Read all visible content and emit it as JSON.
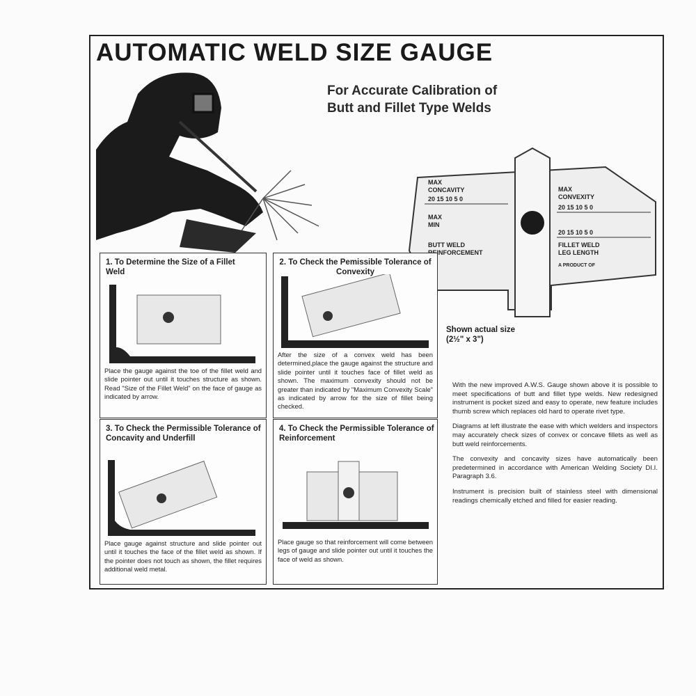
{
  "title": "AUTOMATIC WELD SIZE GAUGE",
  "subtitle": [
    "For Accurate Calibration of",
    "Butt and Fillet Type Welds"
  ],
  "gauge_labels": {
    "max_concavity": [
      "MAX",
      "CONCAVITY"
    ],
    "scale_top": "20 15 10 5 0",
    "max_min": [
      "MAX",
      "MIN"
    ],
    "butt_weld": [
      "BUTT WELD",
      "REINFORCEMENT"
    ],
    "max_convexity": [
      "MAX",
      "CONVEXITY"
    ],
    "scale_right": "20 15 10 5 0",
    "scale_bottom": "20 15 10 5 0",
    "fillet_weld": [
      "FILLET WELD",
      "LEG LENGTH"
    ],
    "product": "A PRODUCT OF"
  },
  "size_note": [
    "Shown actual size",
    "(2½\" x 3\")"
  ],
  "panels": [
    {
      "heading": "1. To Determine the Size of a Fillet Weld",
      "text": "Place the gauge against the toe of the fillet weld and slide pointer out until it touches structure as shown. Read \"Size of the Fillet Weld\" on the face of gauge as indicated by arrow."
    },
    {
      "heading": "2. To Check the Pemissible Tolerance of Convexity",
      "text": "After the size of a convex weld has been determined,place the gauge against the structure and slide pointer until it touches face of fillet weld as shown. The maximum convexity should not be greater than indicated by \"Maximum Convexity Scale\" as indicated by arrow for the size of fillet being checked."
    },
    {
      "heading": "3. To Check the Permissible Tolerance of Concavity and Underfill",
      "text": "Place gauge against structure and slide pointer out until it touches the face of the fillet weld as shown. If the pointer does not touch as shown, the fillet requires additional weld metal."
    },
    {
      "heading": "4. To Check the Permissible Tolerance of Reinforcement",
      "text": "Place gauge so that reinforcement will come between legs of gauge and slide pointer out until it touches the face of weld as shown."
    }
  ],
  "paragraphs": [
    "With the new improved A.W.S. Gauge shown above it is possible to meet specifications of butt and fillet type welds. New redesigned instrument is pocket sized and easy to operate, new feature includes thumb screw which replaces old hard to operate rivet type.",
    "Diagrams at left illustrate the ease with which welders and inspectors may accurately check sizes of convex or concave fillets as well as butt weld reinforcements.",
    "The convexity and concavity sizes have automatically been predetermined in accordance with American Welding Society DI.I. Paragraph 3.6.",
    "Instrument is precision built of stainless steel with dimensional readings chemically etched and filled for easier reading."
  ]
}
